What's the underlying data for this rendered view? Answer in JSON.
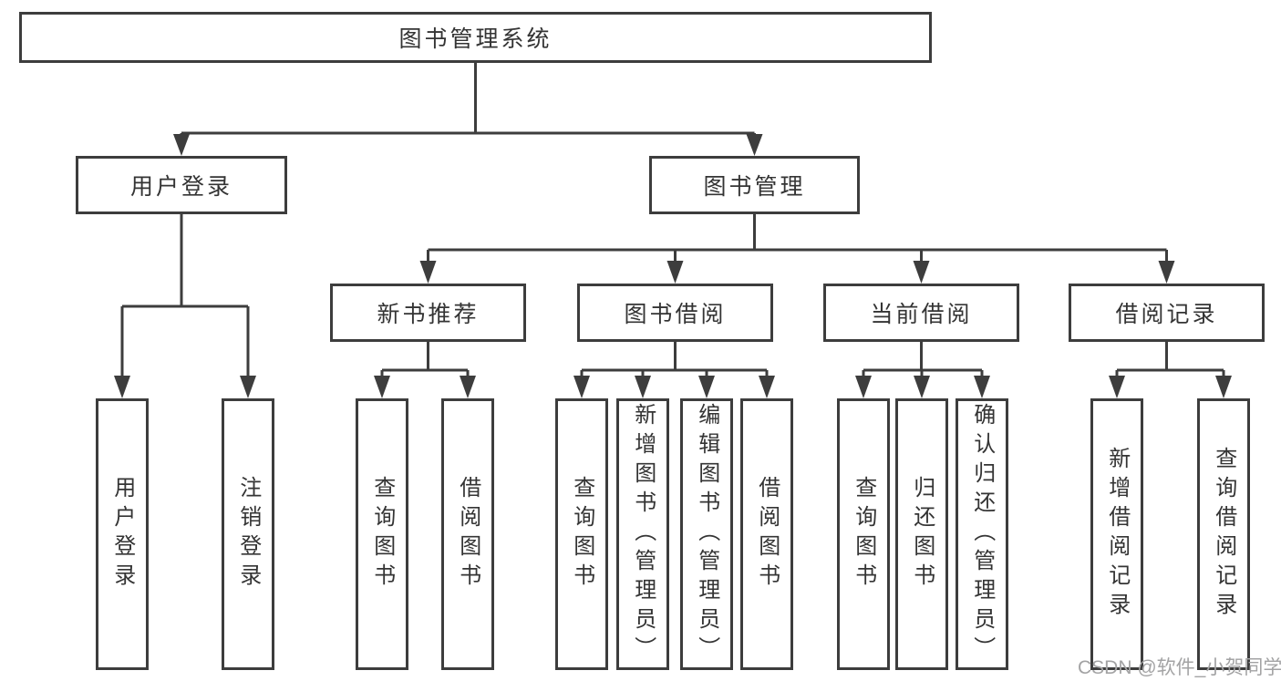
{
  "tree": {
    "root": {
      "label": "图书管理系统",
      "children": [
        {
          "label": "用户登录",
          "children": [
            {
              "label": "用户登录"
            },
            {
              "label": "注销登录"
            }
          ]
        },
        {
          "label": "图书管理",
          "children": [
            {
              "label": "新书推荐",
              "children": [
                {
                  "label": "查询图书"
                },
                {
                  "label": "借阅图书"
                }
              ]
            },
            {
              "label": "图书借阅",
              "children": [
                {
                  "label": "查询图书"
                },
                {
                  "label": "新增图书（管理员）"
                },
                {
                  "label": "编辑图书（管理员）"
                },
                {
                  "label": "借阅图书"
                }
              ]
            },
            {
              "label": "当前借阅",
              "children": [
                {
                  "label": "查询图书"
                },
                {
                  "label": "归还图书"
                },
                {
                  "label": "确认归还（管理员）"
                }
              ]
            },
            {
              "label": "借阅记录",
              "children": [
                {
                  "label": "新增借阅记录"
                },
                {
                  "label": "查询借阅记录"
                }
              ]
            }
          ]
        }
      ]
    }
  },
  "watermark": {
    "text": "CSDN @软件_小贺同学"
  },
  "colors": {
    "line": "#3d3d3d",
    "box_border": "#3d3d3d",
    "box_fill": "#ffffff",
    "text": "#343434",
    "watermark": "#a3a3a4",
    "background": "#ffffff"
  }
}
